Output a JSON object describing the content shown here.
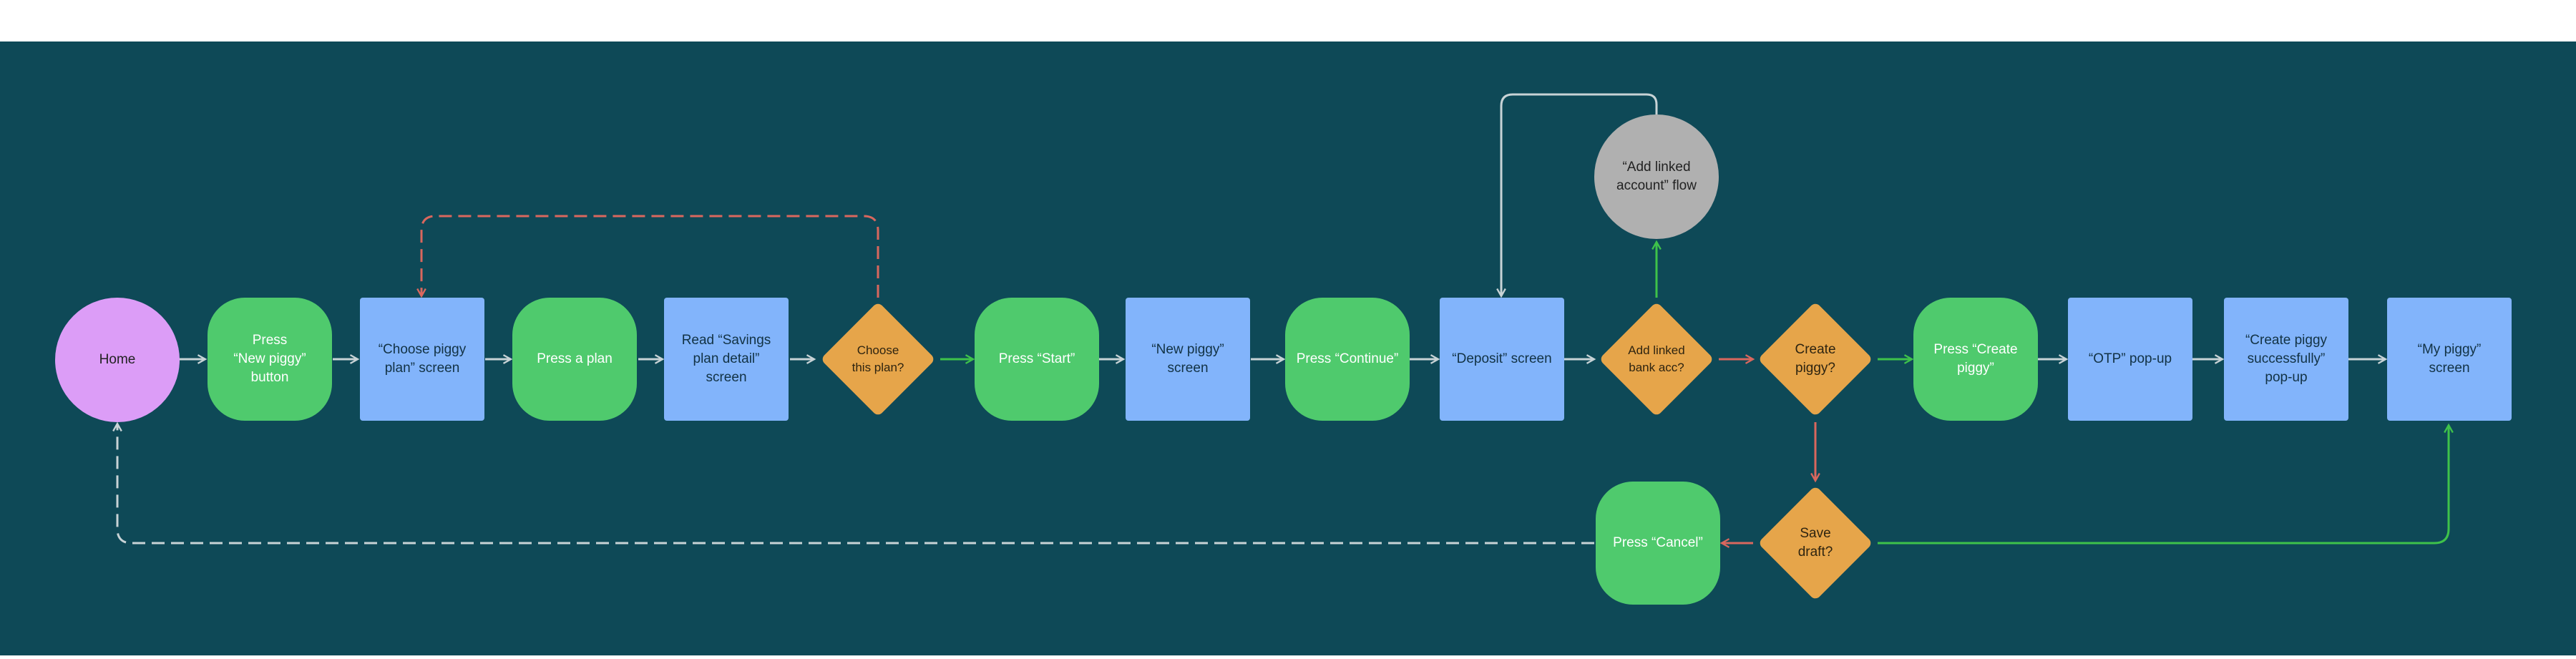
{
  "colors": {
    "background": "#0e4957",
    "action": "#4fca6d",
    "screen": "#82b4fb",
    "decision": "#e6a54a",
    "start": "#dc9df7",
    "external_flow": "#b0b0b0",
    "edge_default": "#c8d3d6",
    "edge_yes": "#3ec24a",
    "edge_no": "#d9675e"
  },
  "nodes": {
    "home": "Home",
    "press_new_piggy": "Press\n“New piggy”\nbutton",
    "choose_plan_screen": "“Choose piggy\nplan” screen",
    "press_plan": "Press a plan",
    "read_plan_detail": "Read “Savings\nplan detail”\nscreen",
    "choose_this_plan": "Choose\nthis plan?",
    "press_start": "Press “Start”",
    "new_piggy_screen": "“New piggy”\nscreen",
    "press_continue": "Press “Continue”",
    "deposit_screen": "“Deposit” screen",
    "add_linked_bank": "Add linked\nbank acc?",
    "add_linked_flow": "“Add linked\naccount” flow",
    "create_piggy_q": "Create\npiggy?",
    "press_create_piggy": "Press “Create\npiggy”",
    "otp_popup": "“OTP” pop-up",
    "create_success_popup": "“Create piggy\nsuccessfully”\npop-up",
    "my_piggy_screen": "“My piggy”\nscreen",
    "save_draft_q": "Save\ndraft?",
    "press_cancel": "Press “Cancel”"
  }
}
